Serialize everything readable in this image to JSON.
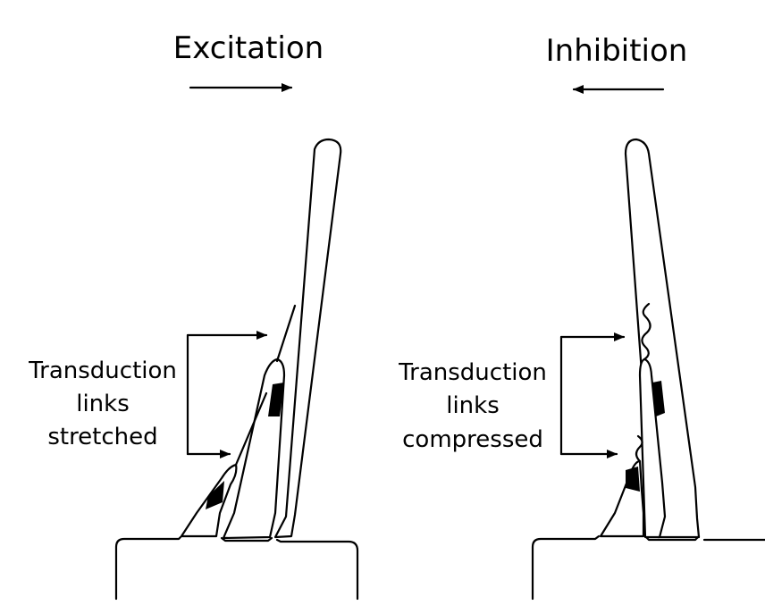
{
  "left_panel": {
    "direction_label": "Excitation",
    "link_label": [
      "Transduction",
      "links",
      "stretched"
    ]
  },
  "right_panel": {
    "direction_label": "Inhibition",
    "link_label": [
      "Transduction",
      "links",
      "compressed"
    ]
  },
  "colors": {
    "ink": "#000000",
    "background": "#ffffff"
  }
}
